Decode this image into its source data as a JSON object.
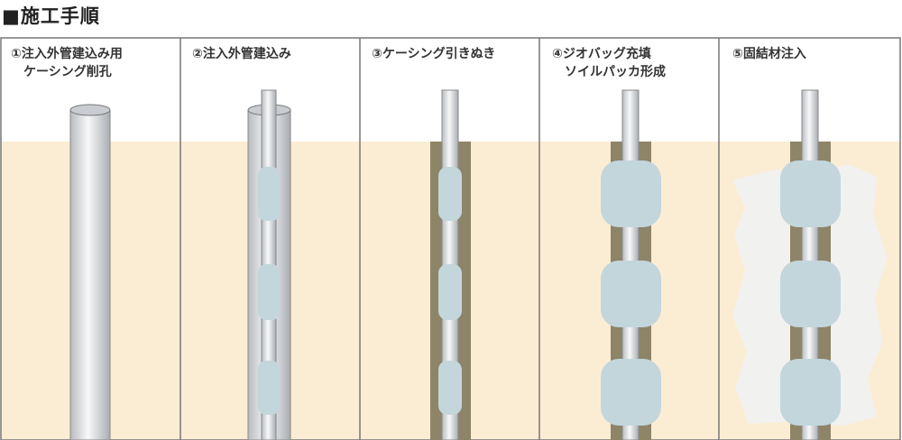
{
  "title": "■施工手順",
  "steps": [
    {
      "label": "①注入外管建込み用\n　ケーシング削孔"
    },
    {
      "label": "②注入外管建込み"
    },
    {
      "label": "③ケーシング引きぬき"
    },
    {
      "label": "④ジオバッグ充填\n　ソイルパッカ形成"
    },
    {
      "label": "⑤固結材注入"
    }
  ],
  "colors": {
    "ground": "#fbedd4",
    "casing_band": "#8e8468",
    "bag": "#c3d6dc",
    "grout": "#f1f1ef",
    "pipe": "#e4e6e8",
    "border": "#777777"
  }
}
